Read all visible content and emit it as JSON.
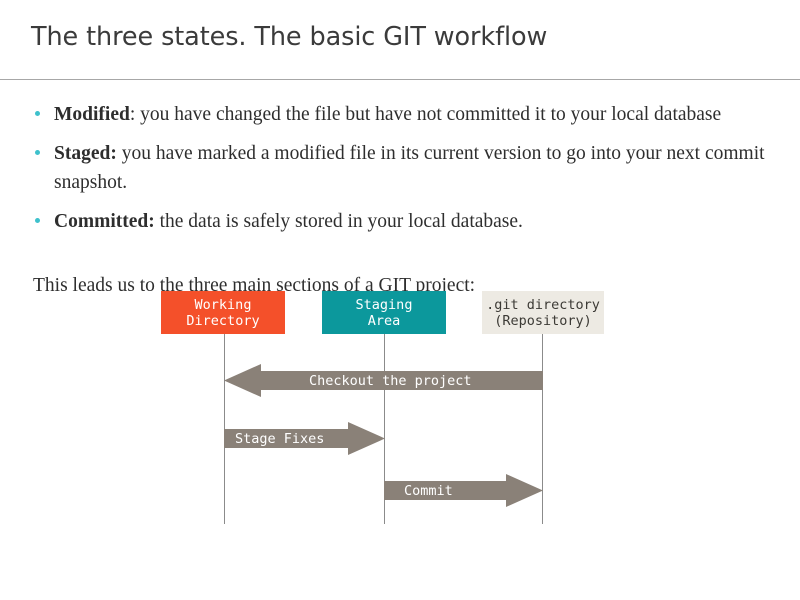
{
  "slide": {
    "title": "The three states. The basic GIT workflow",
    "bullets": [
      {
        "term": "Modified",
        "separator": ":",
        "text": " you have changed the file but have not committed it to your local database"
      },
      {
        "term": "Staged:",
        "separator": "",
        "text": " you have marked a modified file in its current version to go into your next commit snapshot."
      },
      {
        "term": "Committed:",
        "separator": "",
        "text": "  the data is safely stored in your local database."
      }
    ],
    "lead_in": "This leads us to the three main sections of a GIT project:"
  },
  "diagram": {
    "nodes": [
      {
        "id": "working",
        "line1": "Working",
        "line2": "Directory",
        "fill": "#f4502a",
        "text_color": "#ffffff"
      },
      {
        "id": "staging",
        "line1": "Staging",
        "line2": "Area",
        "fill": "#0c989c",
        "text_color": "#ffffff"
      },
      {
        "id": "gitdir",
        "line1": ".git directory",
        "line2": "(Repository)",
        "fill": "#edeae3",
        "text_color": "#3c3a35"
      }
    ],
    "arrows": [
      {
        "id": "checkout",
        "label": "Checkout the project",
        "direction": "left",
        "from": "gitdir",
        "to": "working"
      },
      {
        "id": "stage",
        "label": "Stage Fixes",
        "direction": "right",
        "from": "working",
        "to": "staging"
      },
      {
        "id": "commit",
        "label": "Commit",
        "direction": "right",
        "from": "staging",
        "to": "gitdir"
      }
    ],
    "colors": {
      "arrow_fill": "#8a8178",
      "lifeline": "#8b8b8b",
      "bullet_dot": "#3ec1cc",
      "title_rule": "#a7a7a7"
    }
  }
}
